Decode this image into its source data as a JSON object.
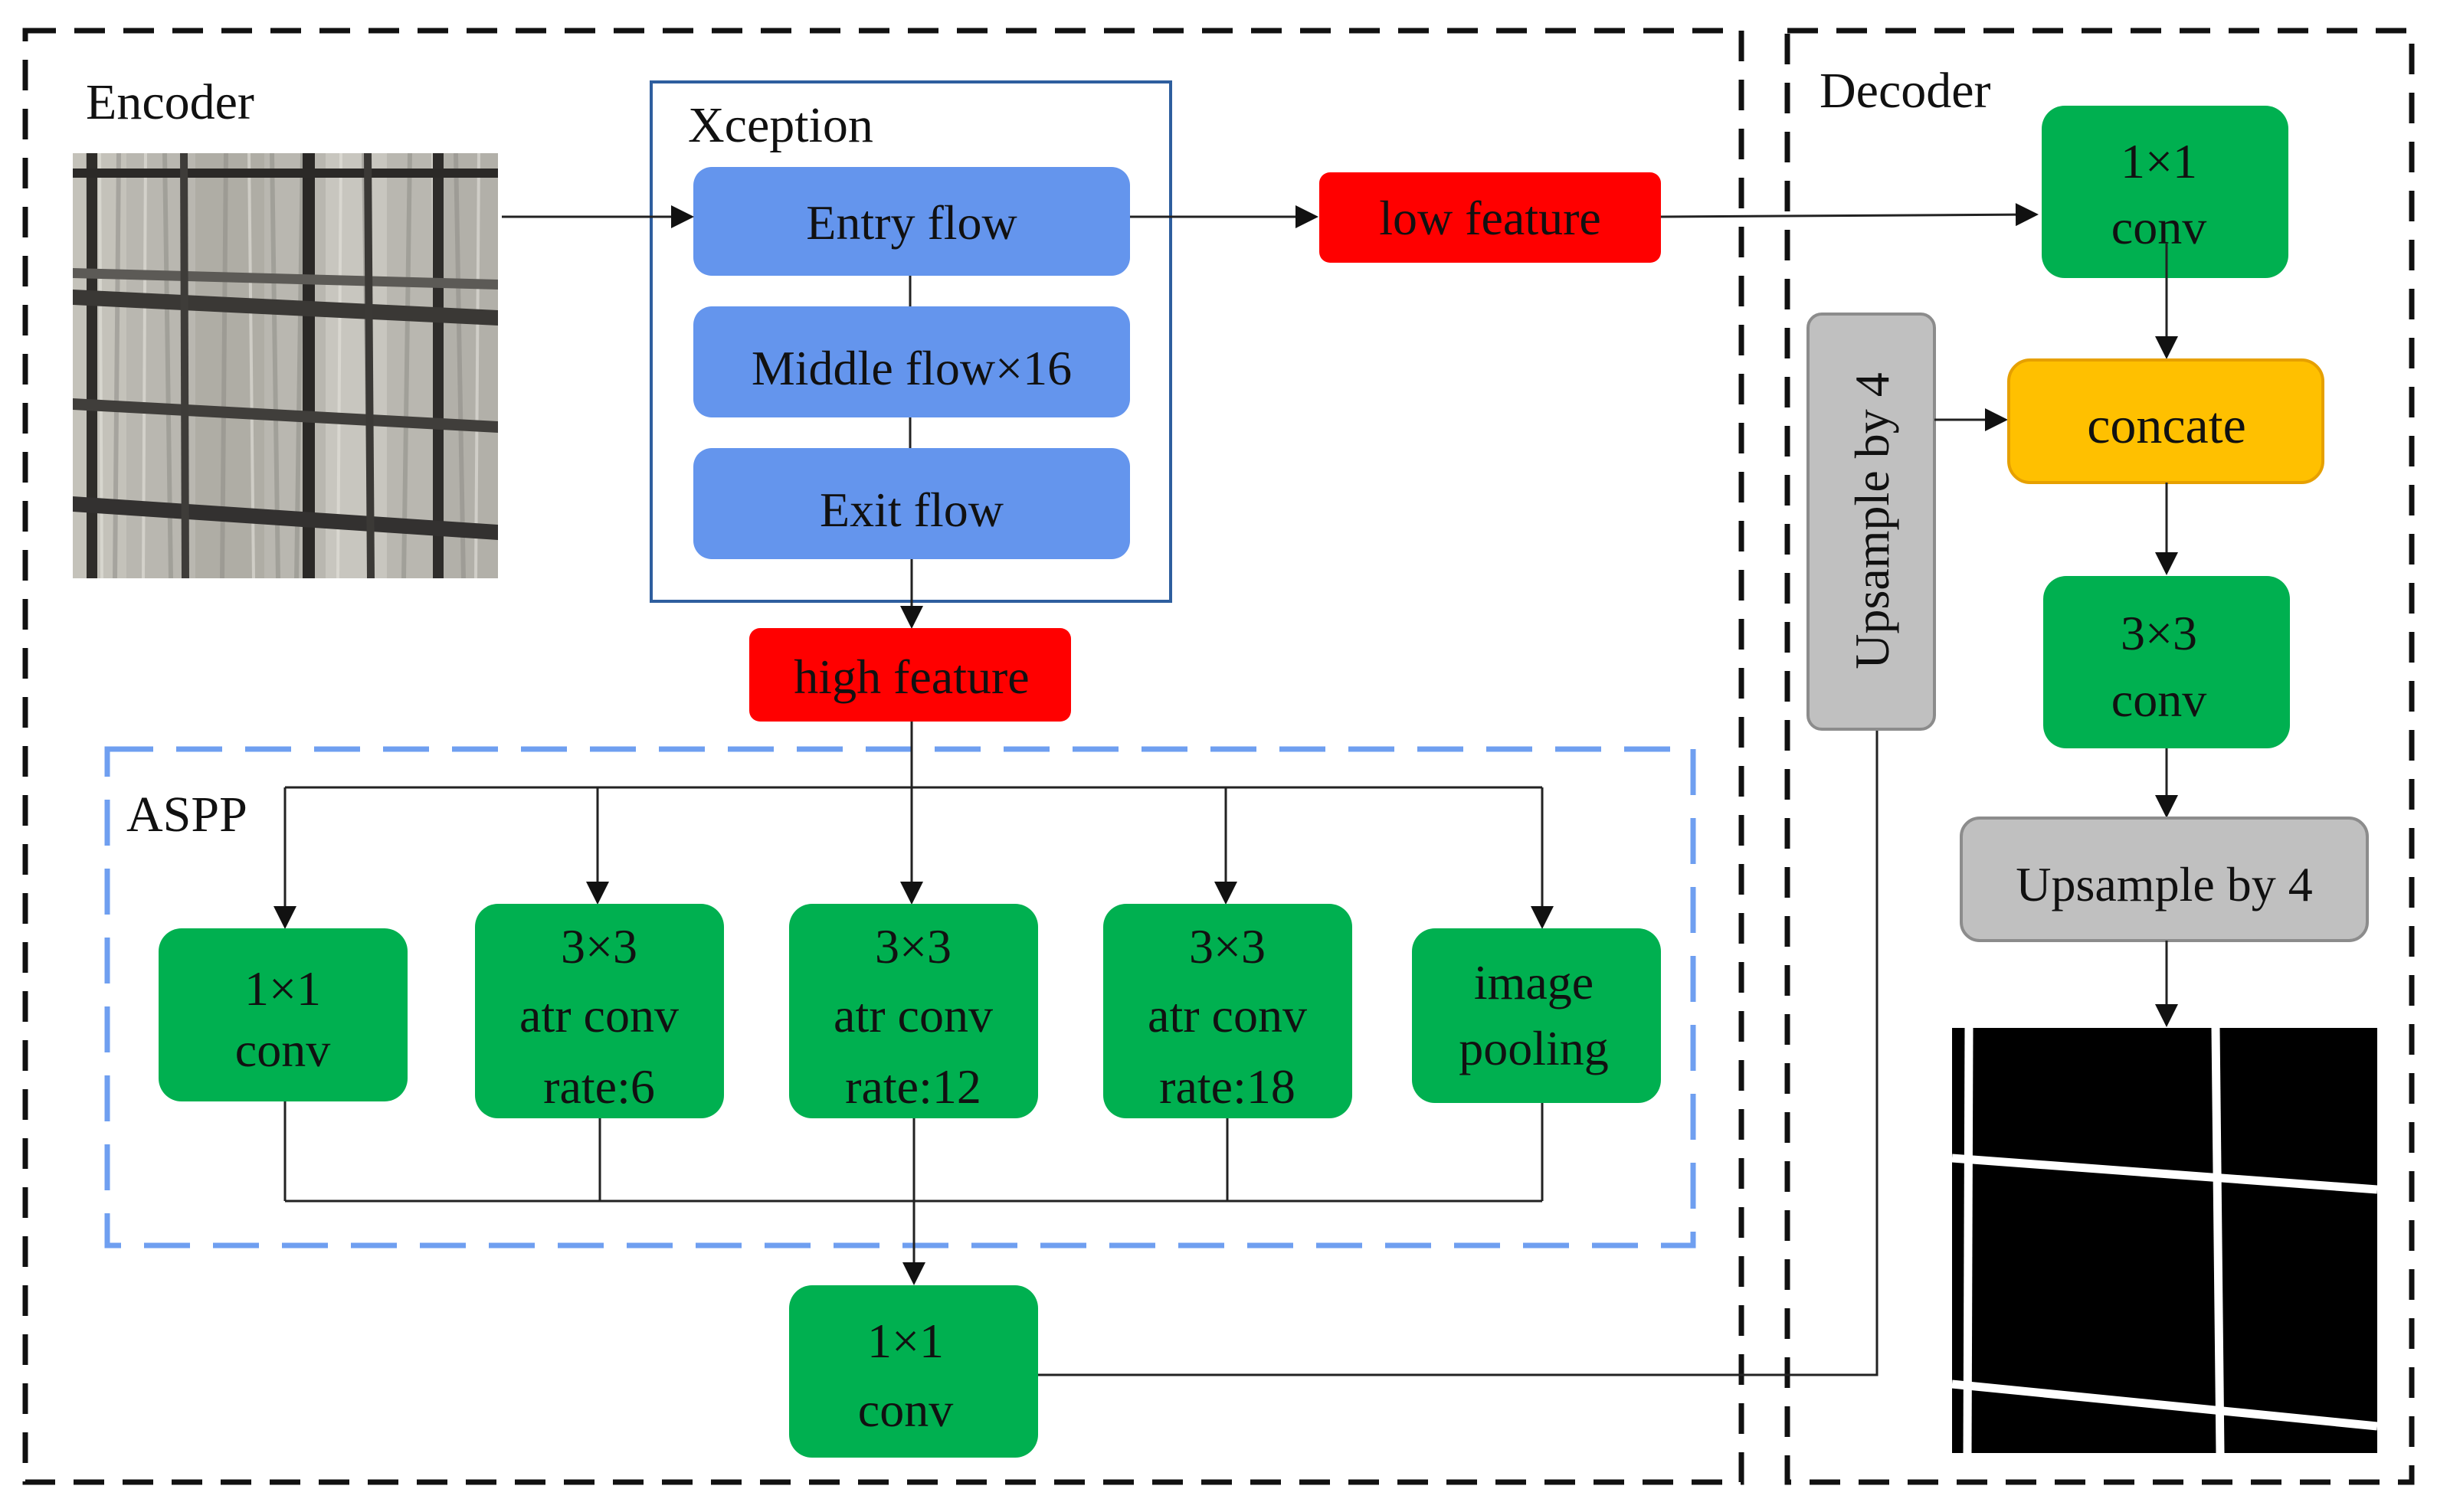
{
  "encoder": {
    "title": "Encoder"
  },
  "decoder": {
    "title": "Decoder"
  },
  "xception": {
    "title": "Xception",
    "entry_flow": "Entry flow",
    "middle_flow": "Middle flow×16",
    "exit_flow": "Exit flow"
  },
  "features": {
    "low": "low feature",
    "high": "high feature"
  },
  "aspp": {
    "title": "ASPP",
    "branches": [
      {
        "lines": [
          "1×1",
          "conv"
        ]
      },
      {
        "lines": [
          "3×3",
          "atr conv",
          "rate:6"
        ]
      },
      {
        "lines": [
          "3×3",
          "atr conv",
          "rate:12"
        ]
      },
      {
        "lines": [
          "3×3",
          "atr conv",
          "rate:18"
        ]
      },
      {
        "lines": [
          "image",
          "pooling"
        ]
      }
    ]
  },
  "encoder_out": {
    "lines": [
      "1×1",
      "conv"
    ]
  },
  "decoder_nodes": {
    "low_conv": {
      "lines": [
        "1×1",
        "conv"
      ]
    },
    "concat": "concate",
    "conv3": {
      "lines": [
        "3×3",
        "conv"
      ]
    },
    "upsample_final": "Upsample  by 4",
    "upsample_side": "Upsample  by 4"
  },
  "colors": {
    "green": "#00b050",
    "blue": "#6495ed",
    "red": "#ff0000",
    "orange": "#ffc000",
    "gray": "#c0c0c0",
    "aspp_border": "#6f9ff0",
    "xception_border": "#2e5e9e"
  }
}
